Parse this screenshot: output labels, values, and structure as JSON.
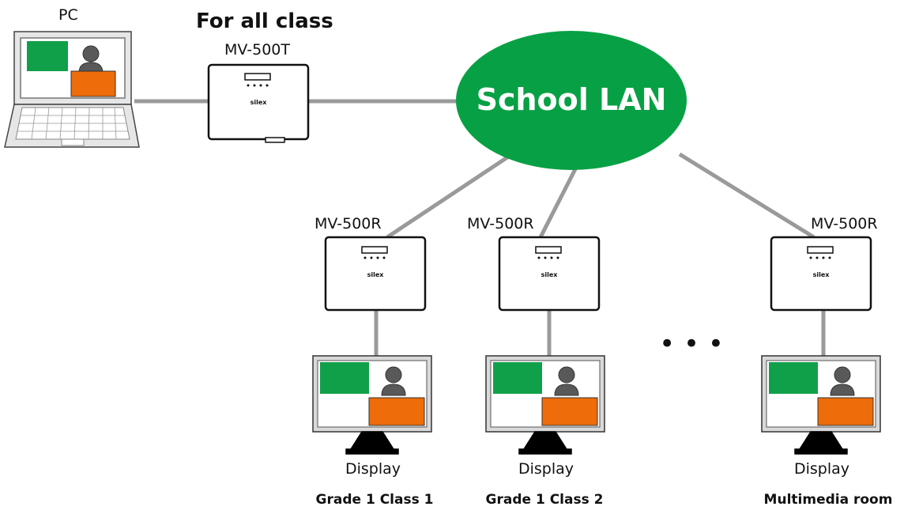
{
  "title": "For all class",
  "network": {
    "label": "School LAN"
  },
  "pc": {
    "label": "PC"
  },
  "transmitter": {
    "model": "MV-500T",
    "brand": "silex"
  },
  "receivers": [
    {
      "model": "MV-500R",
      "brand": "silex",
      "display_label": "Display",
      "room": "Grade 1 Class 1"
    },
    {
      "model": "MV-500R",
      "brand": "silex",
      "display_label": "Display",
      "room": "Grade 1 Class 2"
    },
    {
      "model": "MV-500R",
      "brand": "silex",
      "display_label": "Display",
      "room": "Multimedia room"
    }
  ],
  "ellipsis": "• • •",
  "colors": {
    "network": "#08a044",
    "screen_green": "#11a04a",
    "screen_orange": "#ee6c0a",
    "person": "#595959",
    "cable": "#9a9a9a"
  }
}
